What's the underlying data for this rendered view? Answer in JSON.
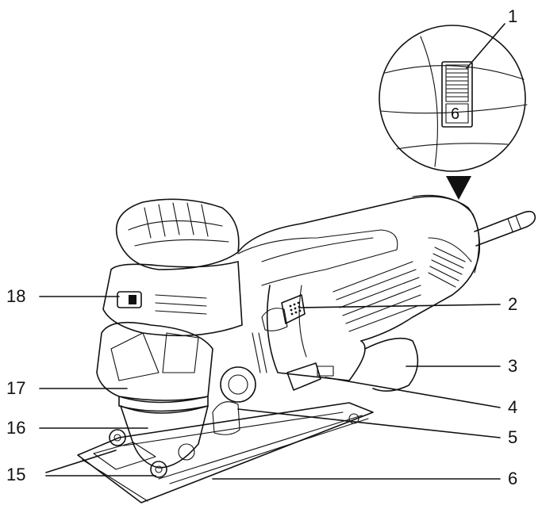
{
  "callouts": [
    {
      "id": "1",
      "label": "1"
    },
    {
      "id": "2",
      "label": "2"
    },
    {
      "id": "3",
      "label": "3"
    },
    {
      "id": "4",
      "label": "4"
    },
    {
      "id": "5",
      "label": "5"
    },
    {
      "id": "6",
      "label": "6"
    },
    {
      "id": "15",
      "label": "15"
    },
    {
      "id": "16",
      "label": "16"
    },
    {
      "id": "17",
      "label": "17"
    },
    {
      "id": "18",
      "label": "18"
    }
  ],
  "detail": {
    "speed_wheel_value": "6"
  }
}
